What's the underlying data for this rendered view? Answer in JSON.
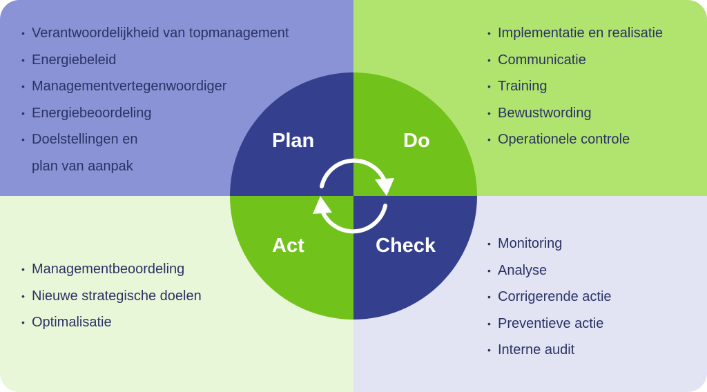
{
  "quadrants": {
    "plan": {
      "label": "Plan",
      "items": [
        "Verantwoordelijkheid van topmanagement",
        "Energiebeleid",
        "Managementvertegenwoordiger",
        "Energiebeoordeling"
      ],
      "last_item_line1": "Doelstellingen en",
      "last_item_line2": "plan van aanpak"
    },
    "do": {
      "label": "Do",
      "items": [
        "Implementatie en realisatie",
        "Communicatie",
        "Training",
        "Bewustwording",
        "Operationele controle"
      ]
    },
    "check": {
      "label": "Check",
      "items": [
        "Monitoring",
        "Analyse",
        "Corrigerende actie",
        "Preventieve actie",
        "Interne audit"
      ]
    },
    "act": {
      "label": "Act",
      "items": [
        "Managementbeoordeling",
        "Nieuwe strategische doelen",
        "Optimalisatie"
      ]
    }
  },
  "colors": {
    "plan_bg": "#8a93d6",
    "do_bg": "#b0e46e",
    "act_bg": "#e8f7d8",
    "check_bg": "#e2e4f4",
    "dark_blue": "#34408e",
    "green": "#72c21c",
    "text": "#2b3264"
  },
  "icons": {
    "cycle": "circular-arrows-icon"
  }
}
